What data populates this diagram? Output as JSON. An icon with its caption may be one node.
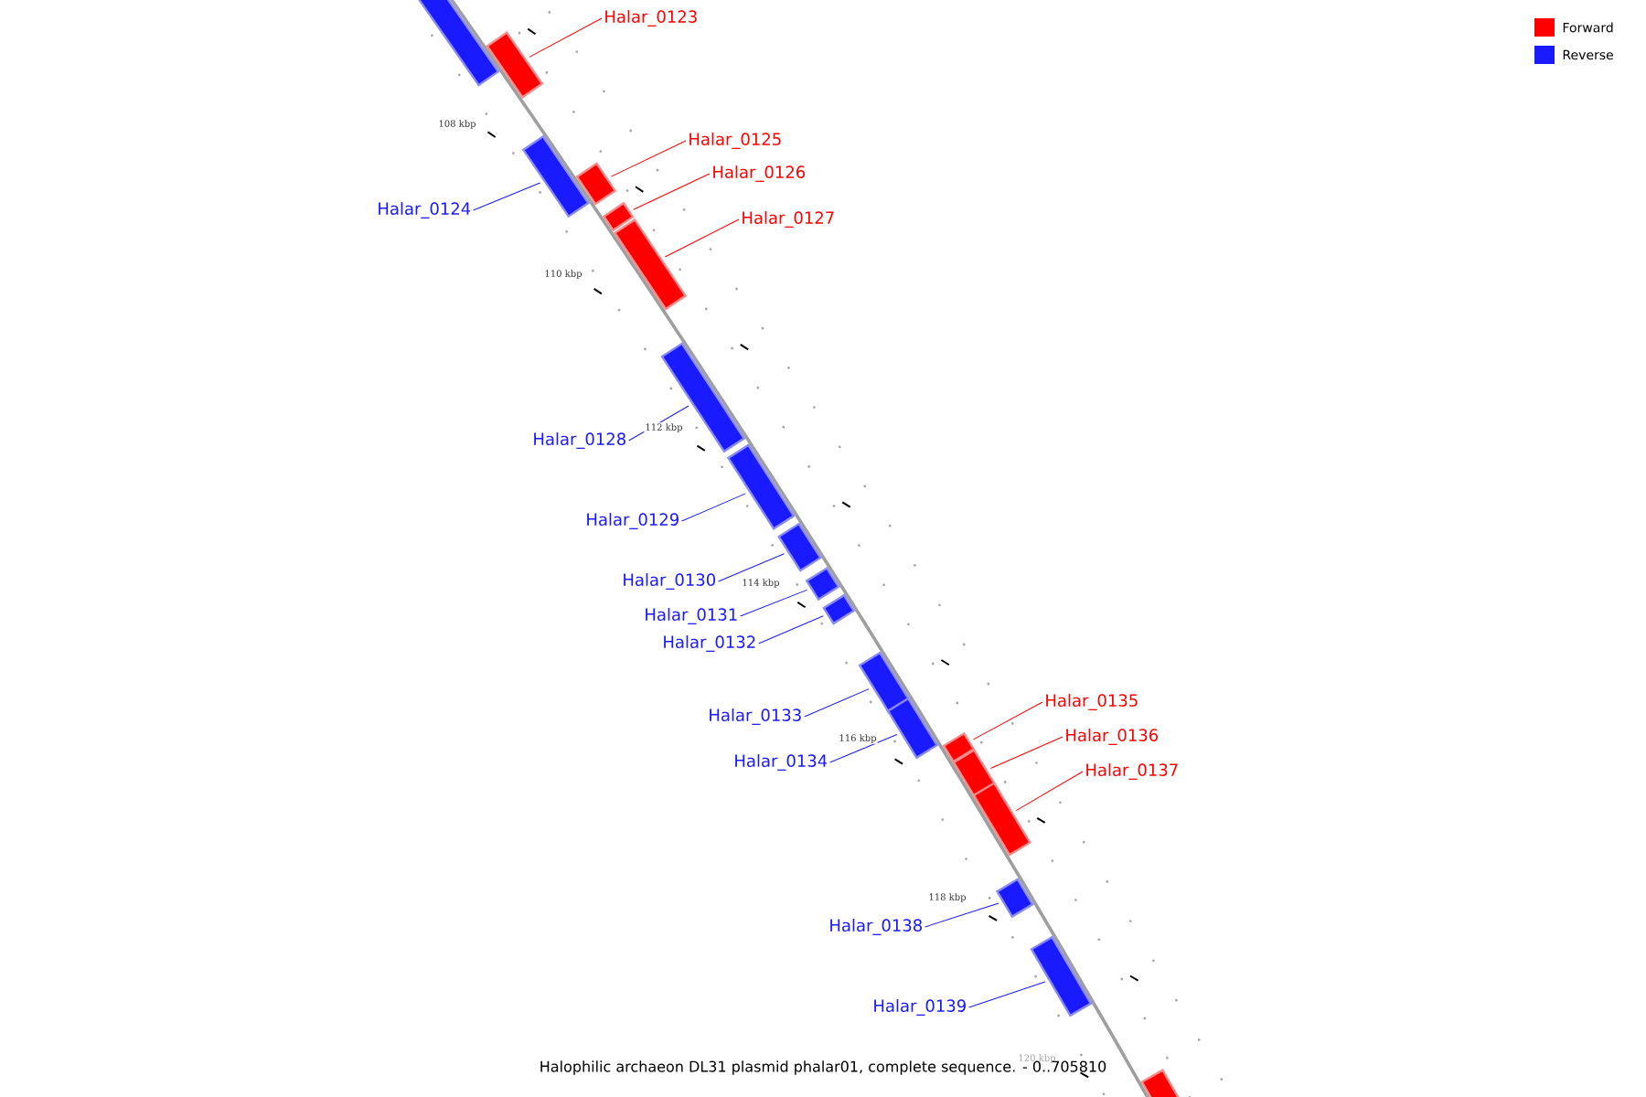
{
  "diagram": {
    "caption": "Halophilic archaeon DL31 plasmid phalar01, complete sequence. - 0..705810",
    "nodes": [
      {
        "text": [],
        "shape": "bar"
      },
      {
        "text": [
          "Halar_0123"
        ]
      },
      {
        "text": [],
        "shape": "bar"
      },
      {
        "text": [
          "Halar_0124"
        ]
      },
      {
        "text": [],
        "shape": "bar"
      },
      {
        "text": [
          "Halar_0125"
        ]
      },
      {
        "text": [],
        "shape": "bar"
      },
      {
        "text": [
          "Halar_0126"
        ]
      },
      {
        "text": [],
        "shape": "bar"
      },
      {
        "text": [
          "Halar_0127"
        ]
      },
      {
        "text": [],
        "shape": "bar"
      },
      {
        "text": [
          "Halar_0128"
        ]
      },
      {
        "text": [],
        "shape": "bar"
      },
      {
        "text": [
          "Halar_0129"
        ]
      },
      {
        "text": [],
        "shape": "bar"
      },
      {
        "text": [
          "Halar_0130"
        ]
      },
      {
        "text": [],
        "shape": "bar"
      },
      {
        "text": [
          "Halar_0131"
        ]
      },
      {
        "text": [],
        "shape": "bar"
      },
      {
        "text": [
          "Halar_0132"
        ]
      },
      {
        "text": [],
        "shape": "bar"
      },
      {
        "text": [
          "Halar_0133"
        ]
      },
      {
        "text": [],
        "shape": "bar"
      },
      {
        "text": [
          "Halar_0134"
        ]
      },
      {
        "text": [],
        "shape": "bar"
      },
      {
        "text": [
          "Halar_0135"
        ]
      },
      {
        "text": [],
        "shape": "bar"
      },
      {
        "text": [
          "Halar_0136"
        ]
      },
      {
        "text": [],
        "shape": "bar"
      },
      {
        "text": [
          "Halar_0137"
        ]
      },
      {
        "text": [],
        "shape": "bar"
      },
      {
        "text": [
          "Halar_0138"
        ]
      },
      {
        "text": [],
        "shape": "bar"
      },
      {
        "text": [
          "Halar_0139"
        ]
      },
      {
        "text": [],
        "shape": "bar"
      },
      {
        "text": [],
        "shape": "bar"
      }
    ],
    "edges": [
      {
        "from": 1,
        "to": 2,
        "arrow": "none",
        "color": "#ff0000"
      },
      {
        "from": 3,
        "to": 4,
        "arrow": "none"
      },
      {
        "from": 5,
        "to": 6,
        "arrow": "none",
        "color": "#ff0000"
      },
      {
        "from": 7,
        "to": 8,
        "arrow": "none",
        "color": "#ff0000"
      },
      {
        "from": 9,
        "to": 10,
        "arrow": "none",
        "color": "#ff0000"
      },
      {
        "from": 11,
        "to": 12,
        "arrow": "none"
      },
      {
        "from": 13,
        "to": 14,
        "arrow": "none"
      },
      {
        "from": 15,
        "to": 16,
        "arrow": "none"
      },
      {
        "from": 17,
        "to": 18,
        "arrow": "none"
      },
      {
        "from": 19,
        "to": 20,
        "arrow": "none"
      },
      {
        "from": 21,
        "to": 22,
        "arrow": "none"
      },
      {
        "from": 23,
        "to": 24,
        "arrow": "none"
      },
      {
        "from": 25,
        "to": 26,
        "arrow": "none",
        "color": "#ff0000"
      },
      {
        "from": 27,
        "to": 28,
        "arrow": "none",
        "color": "#ff0000"
      },
      {
        "from": 29,
        "to": 30,
        "arrow": "none",
        "color": "#ff0000"
      },
      {
        "from": 31,
        "to": 32,
        "arrow": "none"
      },
      {
        "from": 33,
        "to": 34,
        "arrow": "none"
      }
    ],
    "labels": [
      "108 kbp",
      "110 kbp",
      "112 kbp",
      "114 kbp",
      "116 kbp",
      "118 kbp",
      "120 kbp"
    ],
    "legend": [
      {
        "text": "Forward",
        "color": "#ff0000"
      },
      {
        "text": "Reverse",
        "color": "#1a1aff"
      }
    ]
  }
}
